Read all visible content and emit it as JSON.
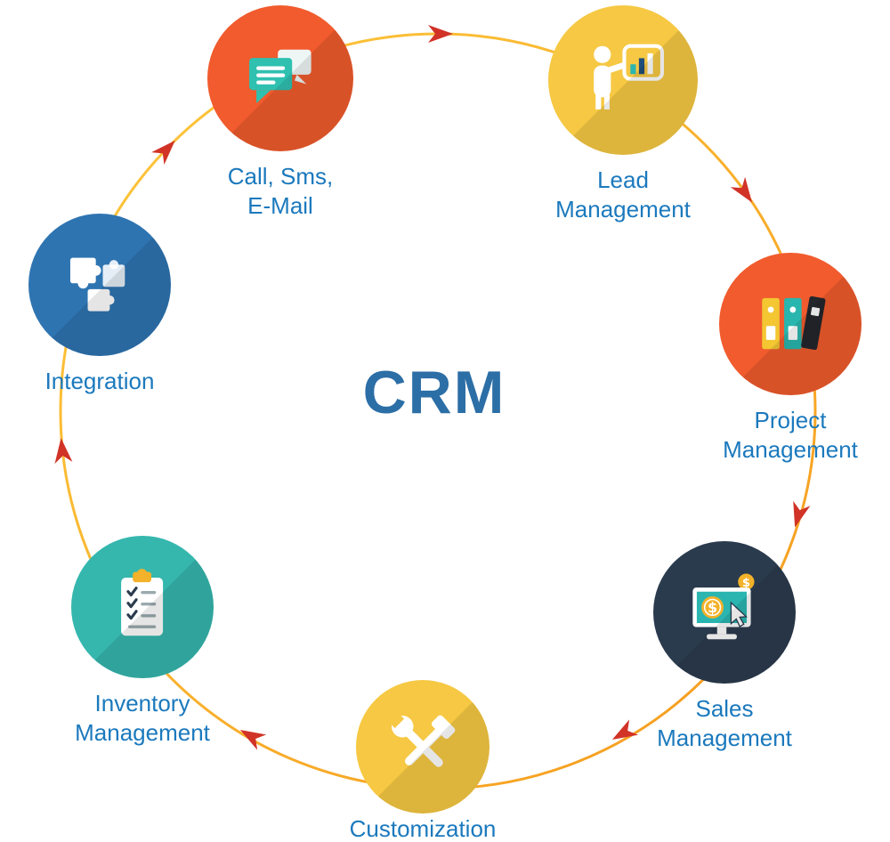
{
  "title": {
    "text": "CRM"
  },
  "diagram": {
    "nodes": [
      {
        "id": "call-sms-email",
        "icon": "chat-bubbles-icon",
        "color": "#f15b2d",
        "label1": "Call, Sms,",
        "label2": "E-Mail"
      },
      {
        "id": "lead-management",
        "icon": "presenter-chart-icon",
        "color": "#f6c843",
        "label1": "Lead",
        "label2": "Management"
      },
      {
        "id": "project-management",
        "icon": "binders-icon",
        "color": "#f15b2d",
        "label1": "Project",
        "label2": "Management"
      },
      {
        "id": "sales-management",
        "icon": "monitor-sales-icon",
        "color": "#2b3b4e",
        "label1": "Sales",
        "label2": "Management"
      },
      {
        "id": "customization",
        "icon": "wrench-hammer-icon",
        "color": "#f6c843",
        "label1": "Customization",
        "label2": ""
      },
      {
        "id": "inventory-management",
        "icon": "clipboard-checklist-icon",
        "color": "#35b7ae",
        "label1": "Inventory",
        "label2": "Management"
      },
      {
        "id": "integration",
        "icon": "puzzle-pieces-icon",
        "color": "#2e74b1",
        "label1": "Integration",
        "label2": ""
      }
    ],
    "colors": {
      "ring_start": "#fdc93d",
      "ring_end": "#f59a1d",
      "arrow": "#d13327",
      "label": "#1b79bd",
      "title": "#2c6ea6"
    }
  }
}
